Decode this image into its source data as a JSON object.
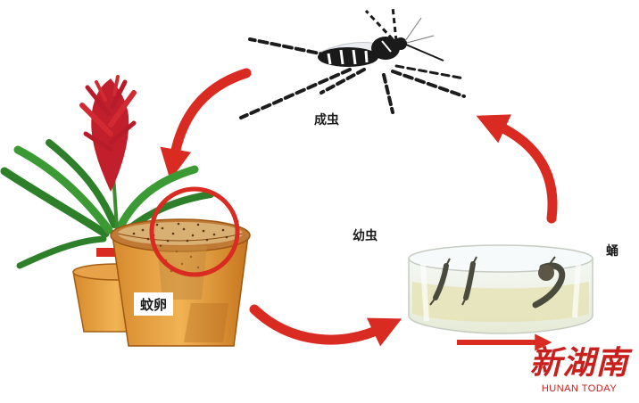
{
  "labels": {
    "adult": "成虫",
    "larva": "幼虫",
    "pupa": "蛹",
    "egg": "蚊卵"
  },
  "watermark": {
    "chinese": "新湖南",
    "english": "HUNAN TODAY"
  },
  "colors": {
    "arrow": "#d92b22",
    "watermark": "#c8201c"
  },
  "icons": [
    "mosquito-icon",
    "plant-icon",
    "flower-pot-icon",
    "water-dish-icon",
    "larva-icon",
    "pupa-icon"
  ]
}
